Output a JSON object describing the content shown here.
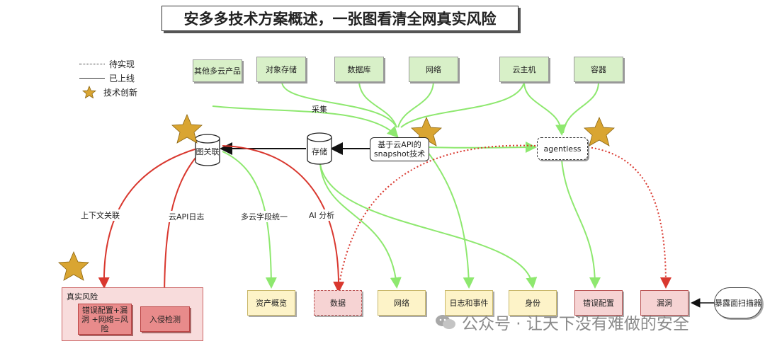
{
  "title": "安多多技术方案概述，一张图看清全网真实风险",
  "legend": {
    "pending": "待实现",
    "online": "已上线",
    "innovation": "技术创新"
  },
  "sources": [
    "其他多云产品",
    "对象存储",
    "数据库",
    "网络",
    "云主机",
    "容器"
  ],
  "collect_label": "采集",
  "snapshot_tech": "基于云API的 snapshot技术",
  "agentless": "agentless",
  "graph_node": "图关联",
  "storage_node": "存储",
  "edge_labels": {
    "context": "上下文关联",
    "cloud_api_log": "云API日志",
    "field_unify": "多云字段统一",
    "ai_analysis": "AI 分析"
  },
  "risk_group": {
    "title": "真实风险",
    "combo": "错误配置+漏洞 +网络=风险",
    "intrusion": "入侵检测"
  },
  "outputs": {
    "assets": "资产概览",
    "data": "数据",
    "network": "网络",
    "logs": "日志和事件",
    "identity": "身份",
    "misconfig": "错误配置",
    "vuln": "漏洞",
    "scanner": "暴露面扫描器"
  },
  "watermark": "公众号 · 让天下没有难做的安全",
  "colors": {
    "online_edge": "#8ee86f",
    "red_edge": "#d9382f",
    "star": "#d9a532"
  }
}
